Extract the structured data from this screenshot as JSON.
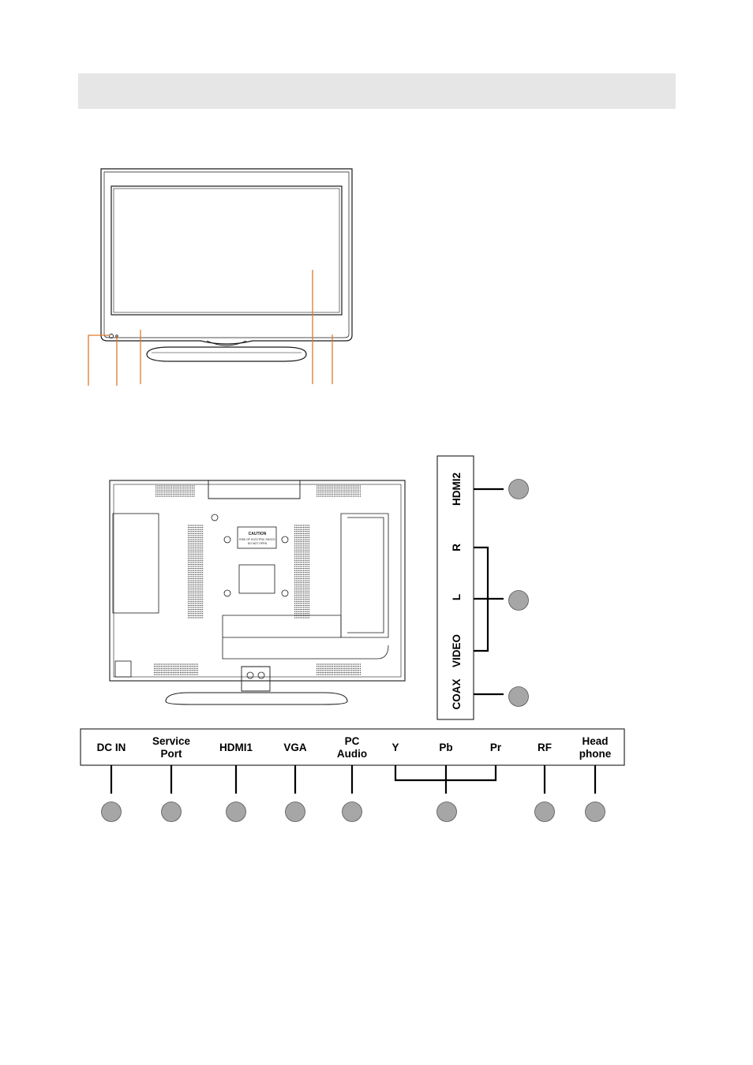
{
  "colors": {
    "header_bar": "#e6e6e6",
    "callout_front": "#e07b2e",
    "callout_rear": "#000000",
    "callout_dot": "#a6a6a6",
    "outline": "#1a1a1a"
  },
  "caution_label": {
    "title": "CAUTION",
    "lines": [
      "RISK OF ELECTRIC SHOCK",
      "DO NOT OPEN"
    ]
  },
  "bottom_panel": {
    "labels": [
      {
        "id": "dc-in",
        "lines": [
          "DC IN"
        ]
      },
      {
        "id": "service-port",
        "lines": [
          "Service",
          "Port"
        ]
      },
      {
        "id": "hdmi1",
        "lines": [
          "HDMI1"
        ]
      },
      {
        "id": "vga",
        "lines": [
          "VGA"
        ]
      },
      {
        "id": "pc-audio",
        "lines": [
          "PC",
          "Audio"
        ]
      },
      {
        "id": "y",
        "lines": [
          "Y"
        ]
      },
      {
        "id": "pb",
        "lines": [
          "Pb"
        ]
      },
      {
        "id": "pr",
        "lines": [
          "Pr"
        ]
      },
      {
        "id": "rf",
        "lines": [
          "RF"
        ]
      },
      {
        "id": "headphone",
        "lines": [
          "Head",
          "phone"
        ]
      }
    ]
  },
  "side_panel": {
    "labels": [
      {
        "id": "hdmi2",
        "text": "HDMI2"
      },
      {
        "id": "r",
        "text": "R"
      },
      {
        "id": "l",
        "text": "L"
      },
      {
        "id": "video",
        "text": "VIDEO"
      },
      {
        "id": "coax",
        "text": "COAX"
      }
    ]
  }
}
